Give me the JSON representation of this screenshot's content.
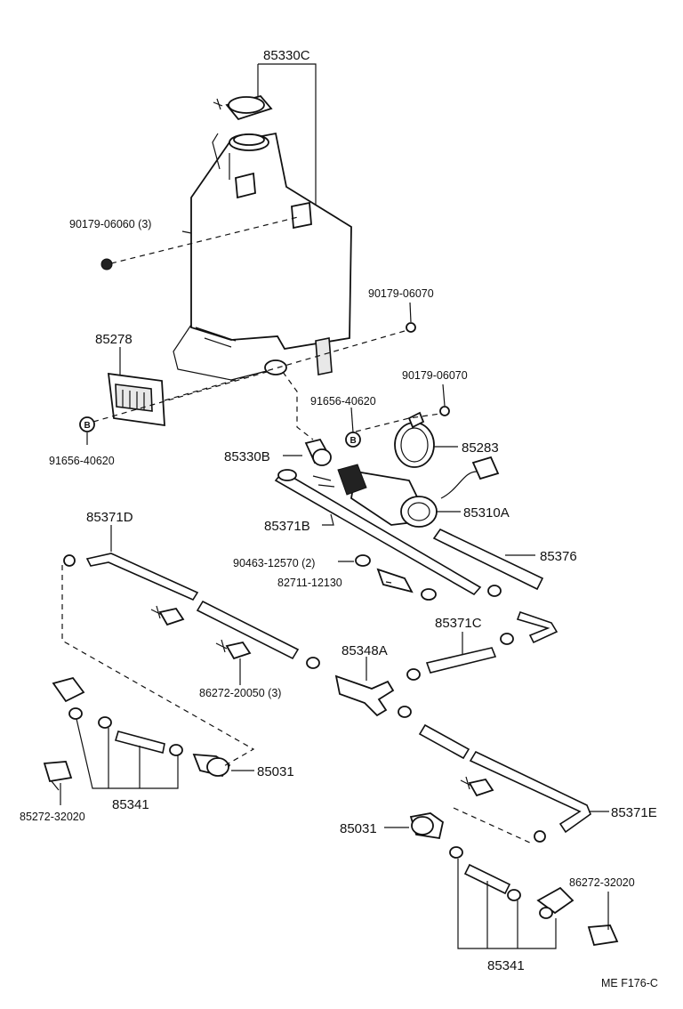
{
  "labels": {
    "p85330C": "85330C",
    "p90179_06060": "90179-06060 (3)",
    "p90179_06070a": "90179-06070",
    "p85278": "85278",
    "p90179_06070b": "90179-06070",
    "p91656_40620a": "91656-40620",
    "p91656_40620b": "91656-40620",
    "p85283": "85283",
    "p85330B": "85330B",
    "p85310A": "85310A",
    "p85371D": "85371D",
    "p85371B": "85371B",
    "p85376": "85376",
    "p90463": "90463-12570 (2)",
    "p82711": "82711-12130",
    "p85371C": "85371C",
    "p85348A": "85348A",
    "p86272_20050": "86272-20050 (3)",
    "p85031a": "85031",
    "p85272_32020a": "85272-32020",
    "p85341a": "85341",
    "p85371E": "85371E",
    "p85031b": "85031",
    "p86272_32020b": "86272-32020",
    "p85341b": "85341",
    "bolt_mark": "B",
    "footer": "ME  F176-C"
  }
}
